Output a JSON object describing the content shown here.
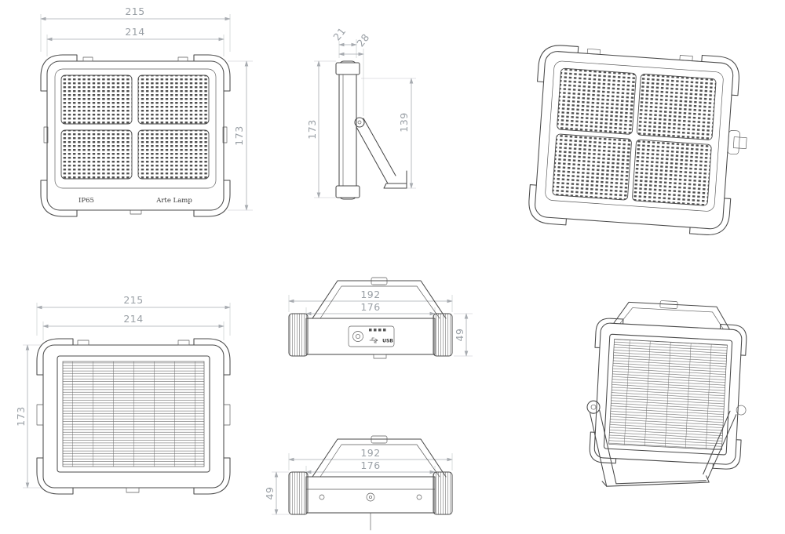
{
  "drawing": {
    "colors": {
      "line": "#4a4a4a",
      "dimension": "#9aa0a6",
      "background": "#ffffff"
    },
    "views": {
      "front": {
        "dim_w_outer": "215",
        "dim_w_inner": "214",
        "dim_h": "173",
        "ip_rating": "IP65",
        "brand": "Arte Lamp"
      },
      "side": {
        "dim_d_body": "21",
        "dim_d_total": "28",
        "dim_h": "173",
        "dim_bracket": "139"
      },
      "rear": {
        "dim_w_outer": "215",
        "dim_w_inner": "214",
        "dim_h": "173"
      },
      "top": {
        "dim_w_outer": "192",
        "dim_w_inner": "176",
        "dim_d": "49",
        "usb": "USB"
      },
      "bottom": {
        "dim_w_outer": "192",
        "dim_w_inner": "176",
        "dim_d": "49"
      }
    }
  }
}
